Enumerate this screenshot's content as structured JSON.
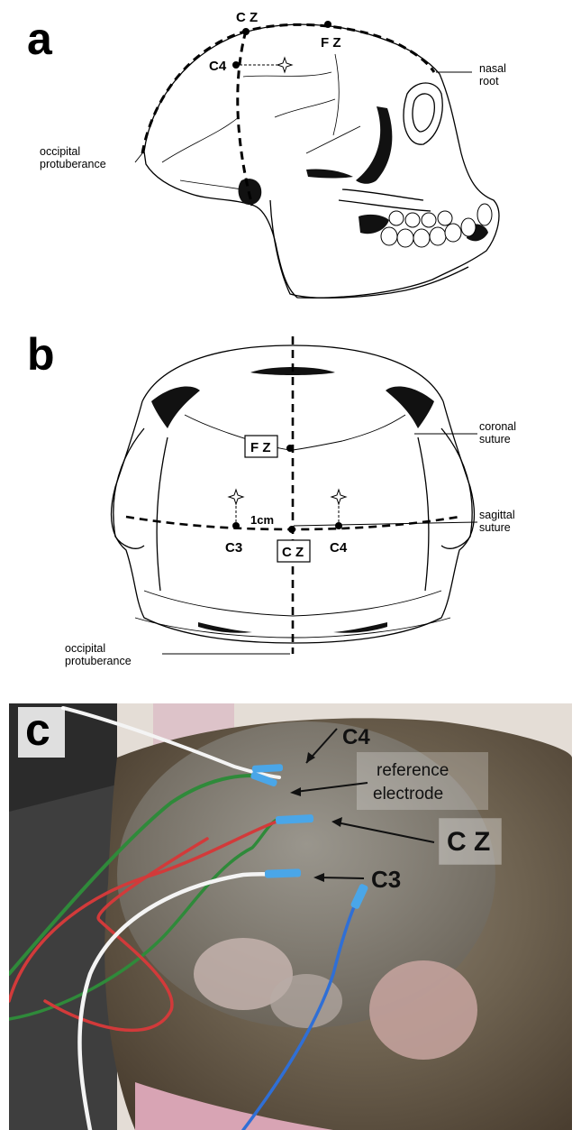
{
  "panel_a": {
    "letter": "a",
    "cz": "C Z",
    "fz": "F Z",
    "c4": "C4",
    "nasal_line1": "nasal",
    "nasal_line2": "root",
    "occ_line1": "occipital",
    "occ_line2": "protuberance"
  },
  "panel_b": {
    "letter": "b",
    "fz": "F Z",
    "cz": "C Z",
    "c3": "C3",
    "c4": "C4",
    "dist": "1cm",
    "coronal_line1": "coronal",
    "coronal_line2": "suture",
    "sagittal_line1": "sagittal",
    "sagittal_line2": "suture",
    "occ_line1": "occipital",
    "occ_line2": "protuberance"
  },
  "panel_c": {
    "letter": "c",
    "c4": "C4",
    "ref_line1": "reference",
    "ref_line2": "electrode",
    "cz": "C Z",
    "c3": "C3"
  },
  "colors": {
    "ink": "#000000",
    "fur": "#6e6250",
    "wire_red": "#d23a3a",
    "wire_green": "#2f8a3a",
    "wire_blue": "#2f6fd6",
    "wire_white": "#f4f4f4",
    "electrode_blue": "#4aa6e8"
  }
}
